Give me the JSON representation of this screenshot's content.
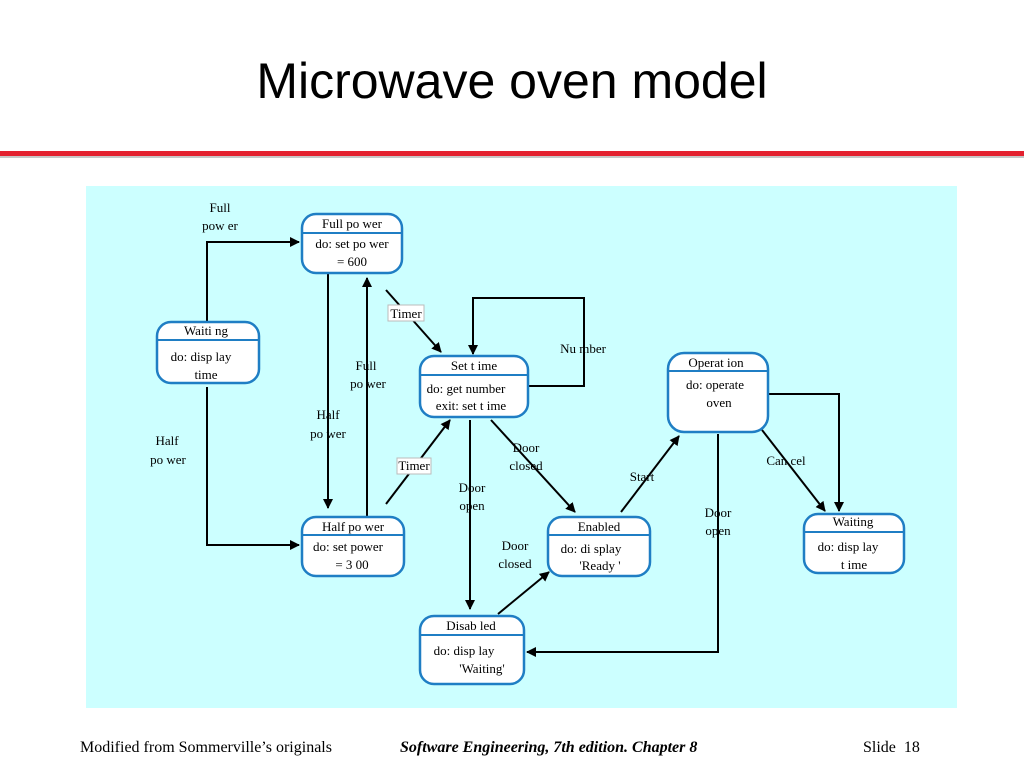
{
  "slide": {
    "title": "Microwave oven model",
    "footer_left": "Modified from Sommerville’s originals",
    "footer_center": "Software Engineering, 7th edition. Chapter 8",
    "footer_slide_label": "Slide",
    "footer_slide_number": "18"
  },
  "colors": {
    "rule": "#e3212f",
    "diagram_bg": "#ccffff",
    "state_border": "#1f7ec4",
    "arrow": "#000000"
  },
  "states": {
    "full_power": {
      "name": "Full po wer",
      "line1": "do:  set po wer",
      "line2": "= 600"
    },
    "waiting_left": {
      "name": "Waiti ng",
      "line1": "do:  disp lay",
      "line2": "time"
    },
    "set_time": {
      "name": "Set t ime",
      "line1": "do: get number",
      "line2": "exit: set t ime"
    },
    "half_power": {
      "name": "Half po wer",
      "line1": "do:  set power",
      "line2": "= 3 00"
    },
    "enabled": {
      "name": "Enabled",
      "line1": "do: di splay",
      "line2": "'Ready '"
    },
    "disabled": {
      "name": "Disab led",
      "line1": "do:  disp lay",
      "line2": "'Waiting'"
    },
    "operation": {
      "name": "Operat ion",
      "line1": "do:  operate",
      "line2": "oven"
    },
    "waiting_right": {
      "name": "Waiting",
      "line1": "do:  disp lay",
      "line2": "t ime"
    }
  },
  "labels": {
    "full_power_top_1": "Full",
    "full_power_top_2": "pow er",
    "timer_1": "Timer",
    "number": "Nu mber",
    "full_power_mid_1": "Full",
    "full_power_mid_2": "po wer",
    "half_power_mid_1": "Half",
    "half_power_mid_2": "po wer",
    "half_power_left_1": "Half",
    "half_power_left_2": "po wer",
    "timer_2": "Timer",
    "door_closed_1_1": "Door",
    "door_closed_1_2": "closed",
    "door_open_1_1": "Door",
    "door_open_1_2": "open",
    "door_closed_2_1": "Door",
    "door_closed_2_2": "closed",
    "start": "Start",
    "door_open_2_1": "Door",
    "door_open_2_2": "open",
    "cancel": "Can cel"
  }
}
